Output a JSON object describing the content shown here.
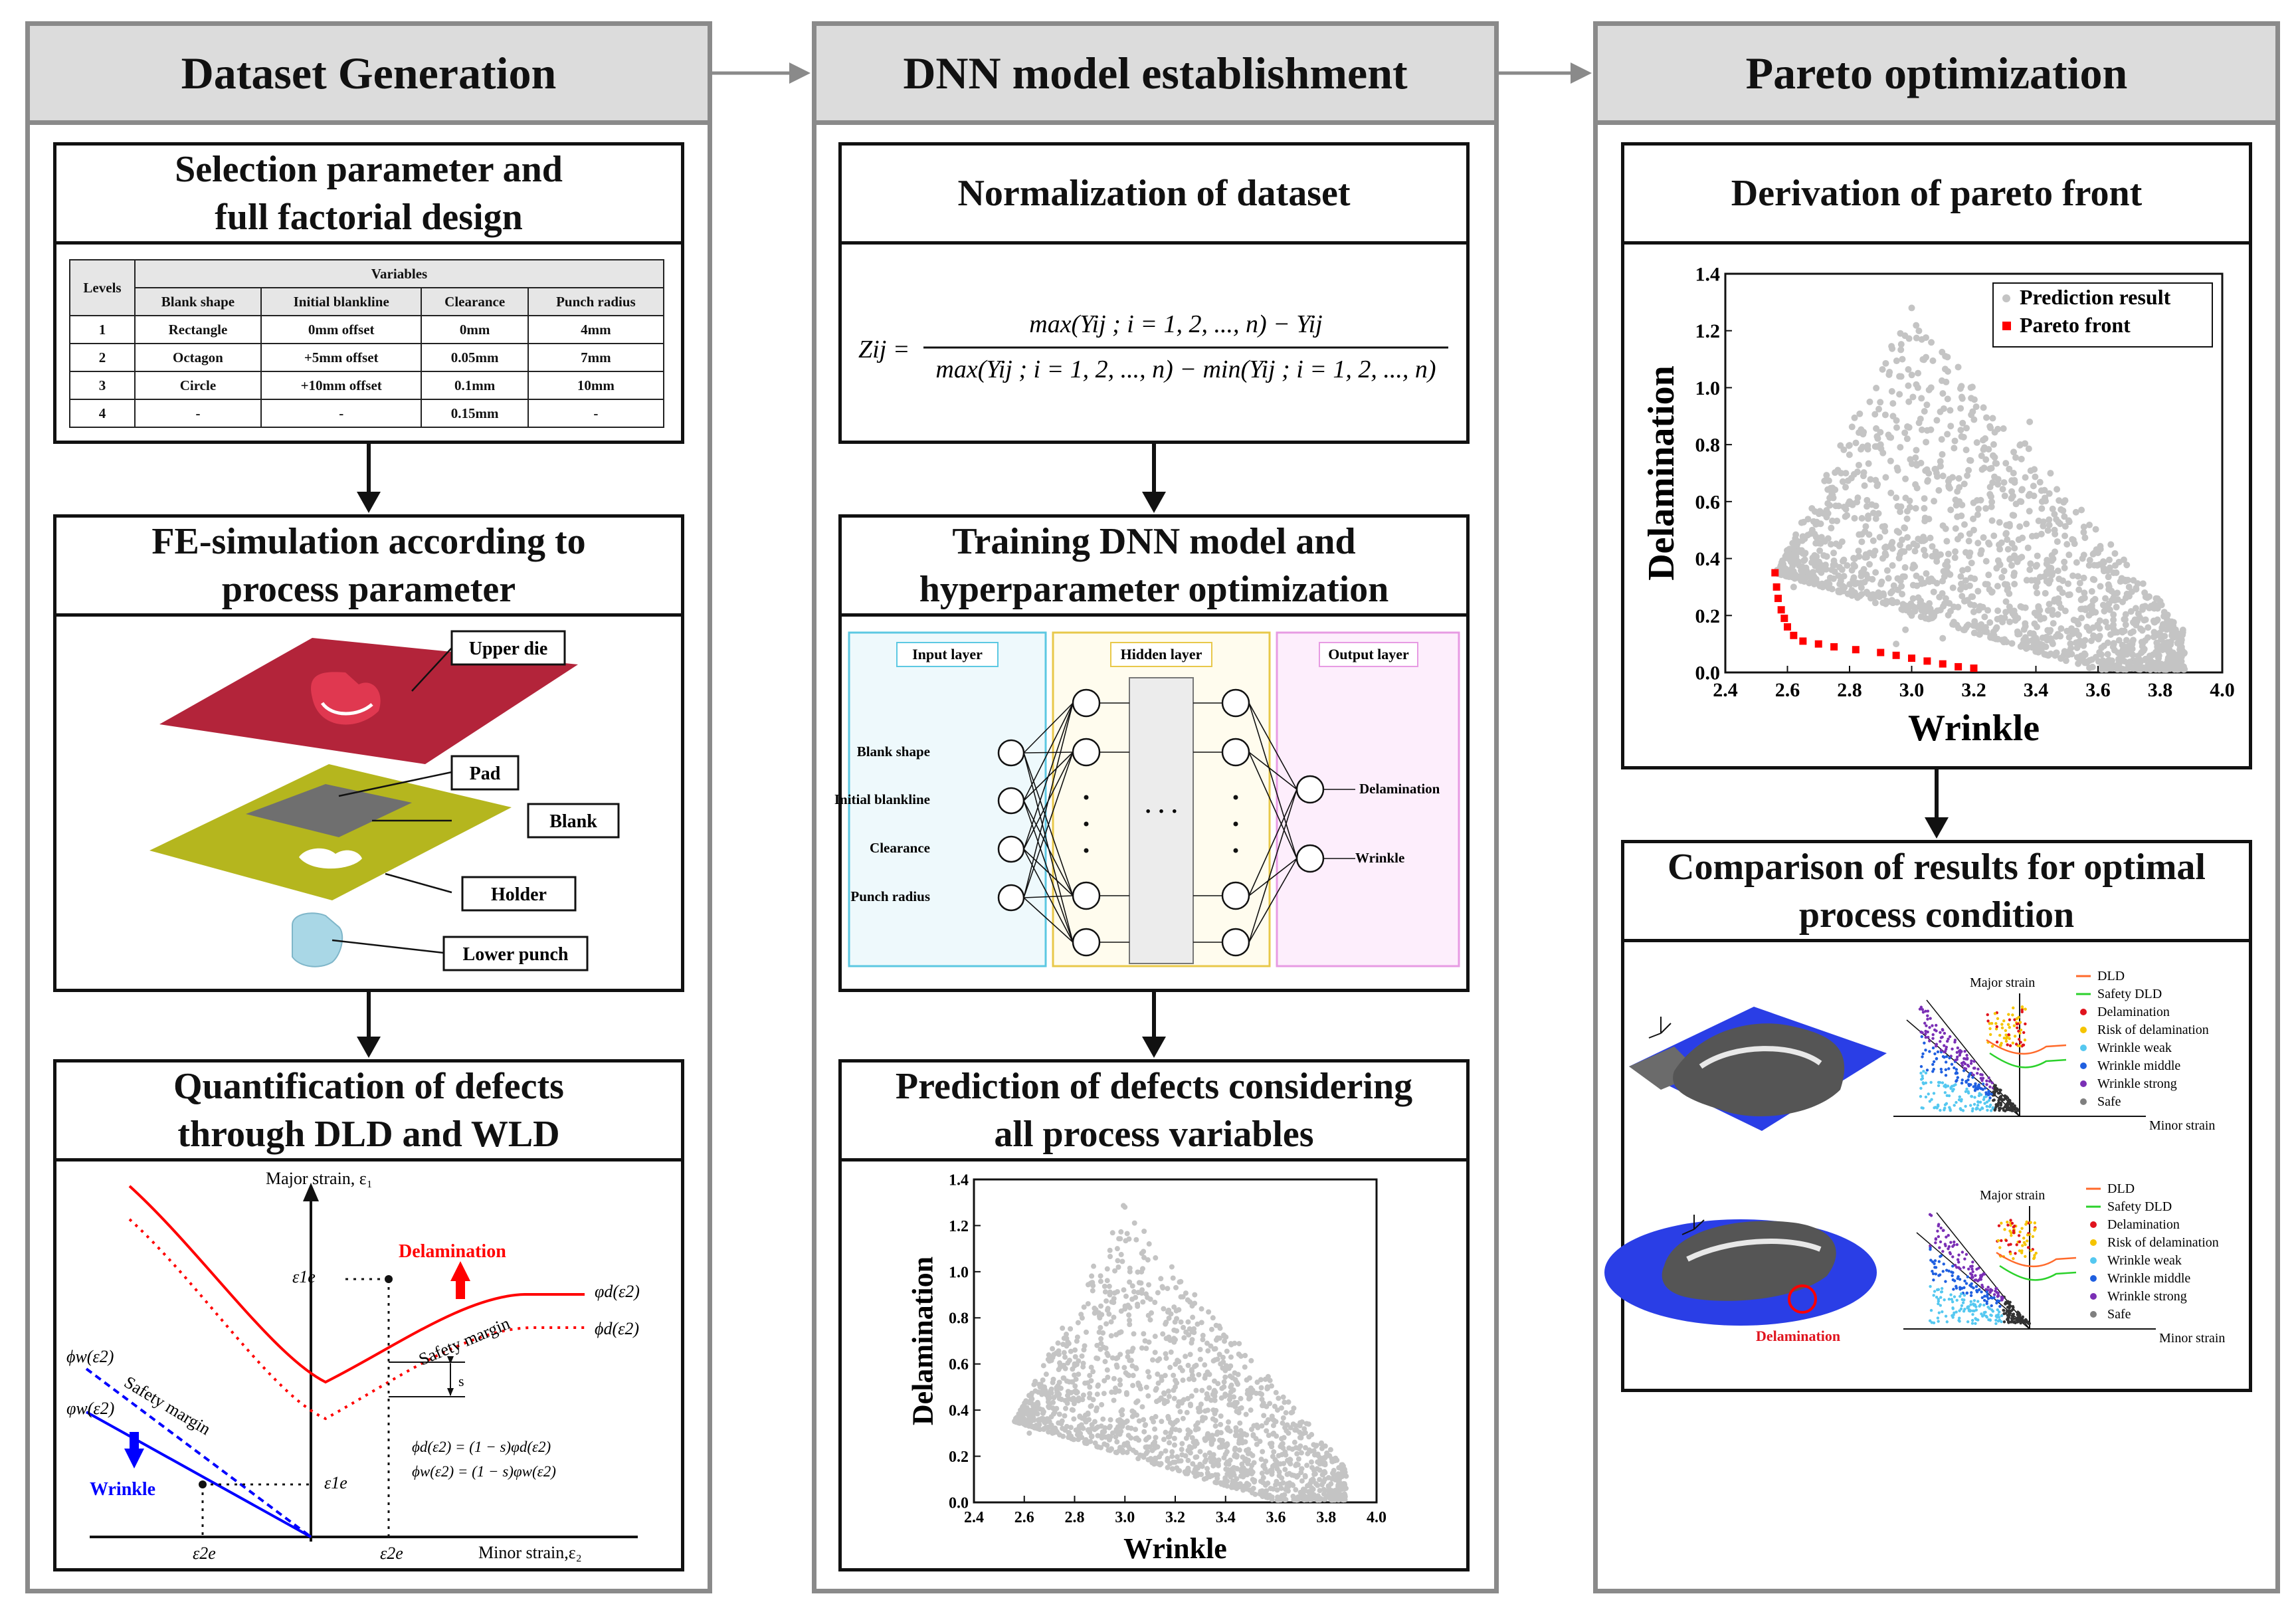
{
  "columns": {
    "c1": {
      "title": "Dataset Generation"
    },
    "c2": {
      "title": "DNN model establishment"
    },
    "c3": {
      "title": "Pareto optimization"
    }
  },
  "dataset": {
    "selection": {
      "title_line1": "Selection parameter and",
      "title_line2": "full factorial design"
    },
    "table": {
      "levels_header": "Levels",
      "variables_header": "Variables",
      "columns": [
        "Blank shape",
        "Initial blankline",
        "Clearance",
        "Punch radius"
      ],
      "rows": [
        [
          "1",
          "Rectangle",
          "0mm offset",
          "0mm",
          "4mm"
        ],
        [
          "2",
          "Octagon",
          "+5mm offset",
          "0.05mm",
          "7mm"
        ],
        [
          "3",
          "Circle",
          "+10mm offset",
          "0.1mm",
          "10mm"
        ],
        [
          "4",
          "-",
          "-",
          "0.15mm",
          "-"
        ]
      ]
    },
    "fe": {
      "title_line1": "FE-simulation according to",
      "title_line2": "process parameter",
      "labels": {
        "upper_die": "Upper die",
        "pad": "Pad",
        "blank": "Blank",
        "holder": "Holder",
        "lower_punch": "Lower punch"
      }
    },
    "quant": {
      "title_line1": "Quantification of defects",
      "title_line2": "through DLD and WLD",
      "major_axis": "Major strain, ε₁",
      "minor_axis": "Minor strain,ε₂",
      "delamination": "Delamination",
      "wrinkle": "Wrinkle",
      "safety_margin": "Safety margin",
      "s_label": "s",
      "phi_d_solid": "φd(ε2)",
      "phi_d_dot": "ϕd(ε2)",
      "phi_w_dot": "ϕw(ε2)",
      "phi_w_solid": "φw(ε2)",
      "e1e_top": "ε1e",
      "e1e_bottom": "ε1e",
      "e2e_left": "ε2e",
      "e2e_right": "ε2e",
      "eq1": "ϕd(ε2) = (1 − s)φd(ε2)",
      "eq2": "ϕw(ε2) = (1 − s)φw(ε2)",
      "colors": {
        "delam": "#ff0000",
        "wrinkle": "#0000ff"
      }
    }
  },
  "dnn": {
    "normalization": {
      "title": "Normalization of dataset",
      "lhs": "Zij =",
      "numerator": "max(Yij ; i = 1, 2, ..., n) − Yij",
      "denominator": "max(Yij ; i = 1, 2, ..., n) − min(Yij ; i = 1, 2, ..., n)"
    },
    "training": {
      "title_line1": "Training DNN model and",
      "title_line2": "hyperparameter optimization",
      "input_layer": "Input layer",
      "hidden_layer": "Hidden layer",
      "output_layer": "Output layer",
      "inputs": [
        "Blank shape",
        "Initial blankline",
        "Clearance",
        "Punch radius"
      ],
      "outputs": [
        "Delamination",
        "Wrinkle"
      ]
    },
    "prediction": {
      "title_line1": "Prediction of defects considering",
      "title_line2": "all process variables"
    }
  },
  "pareto": {
    "derivation": {
      "title": "Derivation of pareto front"
    },
    "comparison": {
      "title_line1": "Comparison of results for optimal",
      "title_line2": "process condition",
      "major_strain": "Major strain",
      "minor_strain": "Minor strain",
      "legend": [
        "DLD",
        "Safety DLD",
        "Delamination",
        "Risk of delamination",
        "Wrinkle weak",
        "Wrinkle middle",
        "Wrinkle strong",
        "Safe"
      ],
      "legend_colors": [
        "#ff6a2b",
        "#2bd12b",
        "#e0141e",
        "#f5c400",
        "#55c8f0",
        "#1f5fe0",
        "#7a2fb5",
        "#7f7f7f"
      ],
      "delamination_label": "Delamination"
    }
  },
  "chart_data": [
    {
      "type": "scatter",
      "title": "",
      "xlabel": "Wrinkle",
      "ylabel": "Delamination",
      "xlim": [
        2.4,
        4.0
      ],
      "ylim": [
        0.0,
        1.4
      ],
      "xticks": [
        "2.4",
        "2.6",
        "2.8",
        "3.0",
        "3.2",
        "3.4",
        "3.6",
        "3.8",
        "4.0"
      ],
      "yticks": [
        "0.0",
        "0.2",
        "0.4",
        "0.6",
        "0.8",
        "1.0",
        "1.2",
        "1.4"
      ],
      "legend_position": "top-right",
      "series": [
        {
          "name": "Prediction result",
          "color": "#c4c4c4",
          "x": [
            2.58,
            2.62,
            2.68,
            2.74,
            2.8,
            2.86,
            2.9,
            2.94,
            2.97,
            3.0,
            3.02,
            3.05,
            3.08,
            3.12,
            3.16,
            3.2,
            3.25,
            3.3,
            3.35,
            3.38,
            3.42,
            3.46,
            3.5,
            3.55,
            3.6,
            3.65,
            3.7,
            3.75,
            3.8,
            3.85,
            3.0,
            2.98,
            2.95,
            3.1,
            3.33
          ],
          "y": [
            0.35,
            0.3,
            0.5,
            0.45,
            0.6,
            0.55,
            0.8,
            0.9,
            1.1,
            1.28,
            1.0,
            0.85,
            0.7,
            0.65,
            0.55,
            0.5,
            0.45,
            0.62,
            0.8,
            0.88,
            0.6,
            0.5,
            0.45,
            0.4,
            0.42,
            0.35,
            0.3,
            0.28,
            0.25,
            0.15,
            0.2,
            0.15,
            0.1,
            0.12,
            0.2
          ]
        },
        {
          "name": "Pareto front",
          "color": "#ff0000",
          "x": [
            2.56,
            2.565,
            2.57,
            2.58,
            2.59,
            2.6,
            2.62,
            2.65,
            2.7,
            2.75,
            2.82,
            2.9,
            2.95,
            3.0,
            3.05,
            3.1,
            3.15,
            3.2
          ],
          "y": [
            0.35,
            0.3,
            0.26,
            0.22,
            0.19,
            0.16,
            0.13,
            0.11,
            0.1,
            0.09,
            0.08,
            0.07,
            0.06,
            0.05,
            0.04,
            0.03,
            0.02,
            0.015
          ]
        }
      ]
    },
    {
      "type": "scatter",
      "title": "",
      "xlabel": "Wrinkle",
      "ylabel": "Delamination",
      "xlim": [
        2.4,
        4.0
      ],
      "ylim": [
        0.0,
        1.4
      ],
      "xticks": [
        "2.4",
        "2.6",
        "2.8",
        "3.0",
        "3.2",
        "3.4",
        "3.6",
        "3.8",
        "4.0"
      ],
      "yticks": [
        "0.0",
        "0.2",
        "0.4",
        "0.6",
        "0.8",
        "1.0",
        "1.2",
        "1.4"
      ],
      "series": [
        {
          "color": "#c4c4c4",
          "x": [
            2.58,
            2.62,
            2.68,
            2.74,
            2.8,
            2.86,
            2.9,
            2.94,
            2.97,
            3.0,
            3.02,
            3.05,
            3.08,
            3.12,
            3.16,
            3.2,
            3.25,
            3.3,
            3.35,
            3.38,
            3.42,
            3.46,
            3.5,
            3.55,
            3.6,
            3.65,
            3.7,
            3.75,
            3.8,
            3.85
          ],
          "y": [
            0.35,
            0.3,
            0.5,
            0.45,
            0.6,
            0.55,
            0.8,
            0.9,
            1.1,
            1.28,
            1.0,
            0.85,
            0.7,
            0.65,
            0.55,
            0.5,
            0.45,
            0.62,
            0.8,
            0.6,
            0.5,
            0.45,
            0.4,
            0.42,
            0.35,
            0.3,
            0.28,
            0.25,
            0.2,
            0.15
          ]
        }
      ]
    }
  ]
}
